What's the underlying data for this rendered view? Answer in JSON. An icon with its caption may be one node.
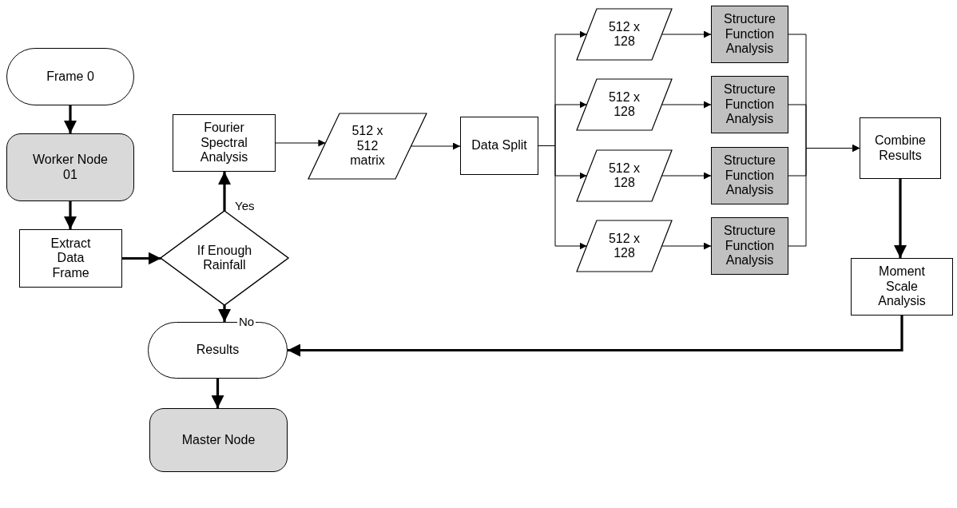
{
  "diagram": {
    "nodes": [
      {
        "text": [
          "Frame 0"
        ]
      },
      {
        "text": [
          "Worker Node 01"
        ]
      },
      {
        "text": [
          "Extract Data Frame"
        ]
      },
      {
        "text": [
          "If Enough Rainfall"
        ]
      },
      {
        "text": [
          "Fourier Spectral Analysis"
        ]
      },
      {
        "text": [
          "512 x 512 matrix"
        ]
      },
      {
        "text": [
          "Data Split"
        ]
      },
      {
        "text": [
          "512 x 128"
        ]
      },
      {
        "text": [
          "512 x 128"
        ]
      },
      {
        "text": [
          "512 x 128"
        ]
      },
      {
        "text": [
          "512 x 128"
        ]
      },
      {
        "text": [
          "Structure Function Analysis"
        ]
      },
      {
        "text": [
          "Structure Function Analysis"
        ]
      },
      {
        "text": [
          "Structure Function Analysis"
        ]
      },
      {
        "text": [
          "Structure Function Analysis"
        ]
      },
      {
        "text": [
          "Combine Results"
        ]
      },
      {
        "text": [
          "Moment Scale Analysis"
        ]
      },
      {
        "text": [
          "Results"
        ]
      },
      {
        "text": [
          "Master Node"
        ]
      }
    ],
    "edges": [
      {
        "from": 0,
        "to": 1,
        "arrow": "to",
        "style": "thick"
      },
      {
        "from": 1,
        "to": 2,
        "arrow": "to",
        "style": "thick"
      },
      {
        "from": 2,
        "to": 3,
        "arrow": "to",
        "style": "thick"
      },
      {
        "from": 3,
        "to": 4,
        "arrow": "to",
        "style": "thick",
        "label": "Yes"
      },
      {
        "from": 4,
        "to": 5,
        "arrow": "to"
      },
      {
        "from": 5,
        "to": 6,
        "arrow": "to"
      },
      {
        "from": 6,
        "to": 7,
        "arrow": "to"
      },
      {
        "from": 6,
        "to": 8,
        "arrow": "to"
      },
      {
        "from": 6,
        "to": 9,
        "arrow": "to"
      },
      {
        "from": 6,
        "to": 10,
        "arrow": "to"
      },
      {
        "from": 7,
        "to": 11,
        "arrow": "to"
      },
      {
        "from": 8,
        "to": 12,
        "arrow": "to"
      },
      {
        "from": 9,
        "to": 13,
        "arrow": "to"
      },
      {
        "from": 10,
        "to": 14,
        "arrow": "to"
      },
      {
        "from": 11,
        "to": 15,
        "arrow": "to"
      },
      {
        "from": 12,
        "to": 15,
        "arrow": "to"
      },
      {
        "from": 13,
        "to": 15,
        "arrow": "to"
      },
      {
        "from": 14,
        "to": 15,
        "arrow": "to"
      },
      {
        "from": 15,
        "to": 16,
        "arrow": "to",
        "style": "thick"
      },
      {
        "from": 16,
        "to": 17,
        "arrow": "to",
        "style": "thick"
      },
      {
        "from": 3,
        "to": 17,
        "arrow": "to",
        "style": "thick",
        "label": "No"
      },
      {
        "from": 17,
        "to": 18,
        "arrow": "to",
        "style": "thick"
      }
    ]
  }
}
